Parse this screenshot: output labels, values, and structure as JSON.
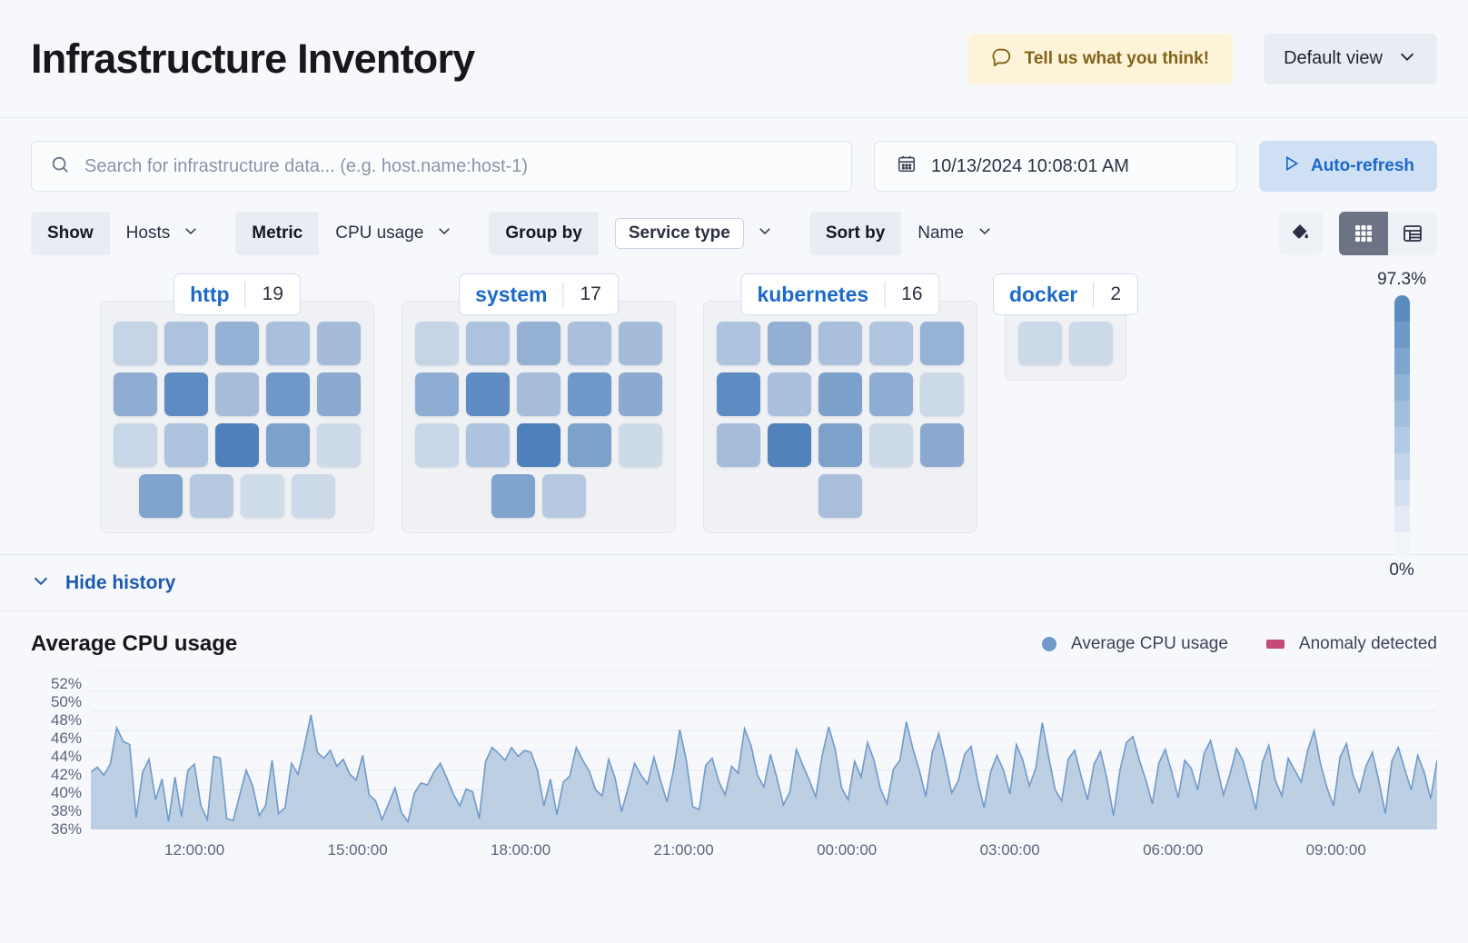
{
  "header": {
    "title": "Infrastructure Inventory",
    "feedback_label": "Tell us what you think!",
    "feedback_icon": "comment-icon",
    "view_label": "Default view",
    "view_chevron": "chevron-down-icon",
    "feedback_bg": "#fdf3d8",
    "feedback_fg": "#83631a"
  },
  "search": {
    "placeholder": "Search for infrastructure data... (e.g. host.name:host-1)",
    "value": "",
    "icon": "search-icon"
  },
  "datepicker": {
    "value": "10/13/2024 10:08:01 AM",
    "icon": "calendar-icon"
  },
  "refresh": {
    "label": "Auto-refresh",
    "icon": "play-icon",
    "color": "#1b69c9",
    "bg": "#cfe0f5"
  },
  "filters": [
    {
      "label": "Show",
      "value": "Hosts",
      "emphasis": false
    },
    {
      "label": "Metric",
      "value": "CPU usage",
      "emphasis": false
    },
    {
      "label": "Group by",
      "value": "Service type",
      "emphasis": true
    },
    {
      "label": "Sort by",
      "value": "Name",
      "emphasis": false
    }
  ],
  "view_controls": {
    "palette_icon": "paint-bucket-icon",
    "grid_icon": "grid-view-icon",
    "table_icon": "table-view-icon",
    "active_view": "grid"
  },
  "legend_scale": {
    "max_label": "97.3%",
    "min_label": "0%",
    "stops": [
      "#5b8bc0",
      "#6d99c9",
      "#7da5cf",
      "#8fb2d7",
      "#a1bedd",
      "#b3cae4",
      "#c4d5ea",
      "#d4e0f0",
      "#e3ebf6",
      "#f2f5fa"
    ]
  },
  "groups": [
    {
      "name": "http",
      "count": "19",
      "rows": [
        [
          "#c6d5e6",
          "#adc2dd",
          "#94b0d3",
          "#a9bfdb",
          "#a5bcd9"
        ],
        [
          "#8fadd2",
          "#5e8cc2",
          "#a6bdda",
          "#6e99c8",
          "#8aaad0"
        ],
        [
          "#c8d7e7",
          "#aec3de",
          "#4e81bc",
          "#7ca2cc",
          "#cddae9"
        ],
        [
          "#7fa4cd",
          "#b7c9e1",
          "#cfdcea",
          "#cbd9e8"
        ]
      ]
    },
    {
      "name": "system",
      "count": "17",
      "rows": [
        [
          "#c6d5e6",
          "#adc2dd",
          "#94b0d3",
          "#a9bfdb",
          "#a5bcd9"
        ],
        [
          "#8fadd2",
          "#5e8cc2",
          "#a6bdda",
          "#6e99c8",
          "#8aaad0"
        ],
        [
          "#c8d7e7",
          "#aec3de",
          "#4e81bc",
          "#7ca2cc",
          "#cddae9"
        ],
        [
          "#7fa4cd",
          "#b7c9e1"
        ]
      ]
    },
    {
      "name": "kubernetes",
      "count": "16",
      "rows": [
        [
          "#aec3de",
          "#93b0d4",
          "#a9bfdb",
          "#b0c5df",
          "#96b2d5"
        ],
        [
          "#5e8cc2",
          "#a9bfdb",
          "#7ba1cb",
          "#8fadd2",
          "#cbd9e8"
        ],
        [
          "#a6bdda",
          "#5182bc",
          "#7ca2cc",
          "#cddae9",
          "#8aaad0"
        ],
        [
          "#a9bfdb"
        ]
      ]
    },
    {
      "name": "docker",
      "count": "2",
      "rows": [
        [
          "#ccd9e8",
          "#ccd9e8"
        ]
      ]
    }
  ],
  "history_toggle": {
    "label": "Hide history",
    "icon": "chevron-down-icon"
  },
  "chart_data": {
    "type": "area",
    "title": "Average CPU usage",
    "xlabel": "",
    "ylabel": "",
    "grid": true,
    "legend_position": "top-right",
    "legend": [
      {
        "name": "Average CPU usage",
        "color": "#6f9ac9",
        "marker": "circle"
      },
      {
        "name": "Anomaly detected",
        "color": "#c44b75",
        "marker": "square"
      }
    ],
    "ylim": [
      36,
      52
    ],
    "ytick_labels": [
      "52%",
      "50%",
      "48%",
      "46%",
      "44%",
      "42%",
      "40%",
      "38%",
      "36%"
    ],
    "yticks": [
      52,
      50,
      48,
      46,
      44,
      42,
      40,
      38,
      36
    ],
    "xtick_labels": [
      "12:00:00",
      "15:00:00",
      "18:00:00",
      "21:00:00",
      "00:00:00",
      "03:00:00",
      "06:00:00",
      "09:00:00"
    ],
    "series": [
      {
        "name": "Average CPU usage",
        "color": "#6f9ac9",
        "fill": "#b3c8de",
        "values": [
          41.8,
          42.3,
          41.5,
          42.6,
          46.3,
          44.9,
          44.6,
          37.2,
          41.8,
          43.1,
          39.0,
          41.1,
          36.8,
          41.3,
          37.3,
          42.0,
          42.6,
          38.4,
          37.0,
          43.4,
          43.2,
          37.1,
          36.9,
          39.5,
          42.0,
          40.4,
          37.4,
          38.4,
          43.0,
          37.6,
          38.2,
          42.7,
          41.6,
          44.4,
          47.6,
          43.8,
          43.2,
          44.0,
          42.4,
          43.1,
          41.6,
          41.0,
          43.5,
          39.5,
          38.9,
          37.0,
          38.6,
          40.2,
          37.7,
          36.8,
          39.7,
          40.7,
          40.5,
          41.8,
          42.7,
          41.2,
          39.6,
          38.4,
          40.1,
          39.8,
          37.1,
          42.9,
          44.3,
          43.7,
          43.0,
          44.3,
          43.4,
          44.0,
          43.8,
          42.0,
          38.4,
          41.1,
          37.5,
          40.8,
          41.4,
          44.3,
          43.0,
          41.9,
          40.0,
          39.4,
          43.1,
          41.2,
          37.8,
          40.2,
          42.7,
          41.5,
          40.6,
          43.3,
          41.0,
          38.8,
          41.9,
          46.1,
          43.0,
          38.3,
          38.0,
          42.5,
          43.2,
          40.9,
          39.5,
          42.4,
          41.7,
          46.2,
          44.5,
          41.5,
          40.3,
          43.6,
          41.2,
          38.5,
          39.8,
          44.1,
          42.5,
          41.0,
          39.3,
          43.5,
          46.4,
          44.1,
          40.2,
          39.0,
          42.9,
          41.3,
          44.8,
          43.0,
          40.1,
          38.6,
          42.1,
          43.0,
          46.9,
          44.2,
          42.0,
          39.3,
          43.8,
          45.7,
          42.9,
          39.7,
          40.9,
          43.6,
          44.4,
          41.0,
          38.2,
          41.8,
          43.5,
          42.0,
          39.6,
          44.6,
          43.0,
          40.4,
          42.2,
          46.8,
          43.3,
          40.0,
          38.9,
          43.1,
          44.0,
          41.4,
          39.0,
          42.6,
          43.9,
          41.1,
          37.4,
          42.0,
          44.8,
          45.4,
          43.0,
          41.0,
          38.6,
          42.7,
          44.1,
          41.8,
          39.2,
          43.0,
          42.2,
          40.0,
          43.7,
          45.0,
          42.3,
          39.5,
          41.6,
          44.2,
          43.0,
          40.6,
          38.0,
          42.8,
          44.5,
          41.0,
          39.4,
          43.2,
          42.0,
          40.8,
          44.0,
          46.0,
          42.6,
          40.2,
          38.4,
          43.3,
          44.7,
          41.5,
          39.8,
          42.4,
          43.8,
          40.9,
          37.6,
          42.9,
          44.3,
          42.1,
          40.0,
          43.5,
          41.8,
          39.1,
          43.0
        ]
      }
    ]
  }
}
